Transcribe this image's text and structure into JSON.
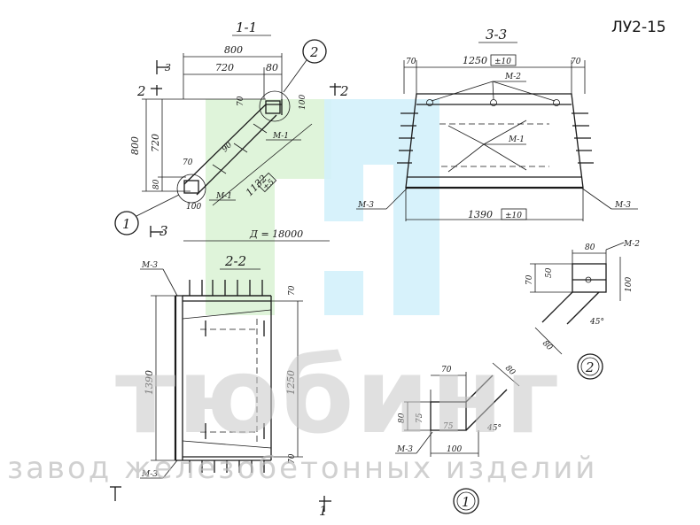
{
  "sheet_code": "ЛУ2-15",
  "sections": {
    "s11": "1-1",
    "s22": "2-2",
    "s33": "3-3"
  },
  "section_marks": {
    "m2": "2",
    "m3": "3",
    "m1": "1"
  },
  "callouts": {
    "c1": "1",
    "c2": "2"
  },
  "part_labels": {
    "m1": "М-1",
    "m2": "М-2",
    "m3": "М-3"
  },
  "view_11": {
    "dim_800": "800",
    "dim_720": "720",
    "dim_80a": "80",
    "dim_800v": "800",
    "dim_720v": "720",
    "dim_80v": "80",
    "dim_70a": "70",
    "dim_70b": "70",
    "dim_100a": "100",
    "dim_100b": "100",
    "dim_90": "90",
    "dim_1132": "1132",
    "tol_5": "±5",
    "diameter": "Д = 18000"
  },
  "view_33": {
    "dim_70l": "70",
    "dim_1250": "1250",
    "tol_10a": "±10",
    "dim_70r": "70",
    "dim_1390": "1390",
    "tol_10b": "±10"
  },
  "view_22": {
    "dim_1390": "1390",
    "dim_1250": "1250",
    "dim_70a": "70",
    "dim_70b": "70"
  },
  "detail_2": {
    "dim_80": "80",
    "dim_70": "70",
    "dim_50": "50",
    "dim_100": "100",
    "dim_80d": "80",
    "angle": "45°"
  },
  "detail_1": {
    "dim_70": "70",
    "dim_80d": "80",
    "dim_80": "80",
    "dim_75a": "75",
    "dim_75b": "75",
    "dim_100": "100",
    "angle": "45°"
  },
  "watermark": {
    "brand": "тюбинг",
    "subtitle": "завод железобетонных изделий"
  },
  "colors": {
    "ink": "#1a1a1a",
    "logo_green": "#d9f2d3",
    "logo_blue": "#d3f1fb",
    "watermark_gray": "#c8c8c8"
  }
}
